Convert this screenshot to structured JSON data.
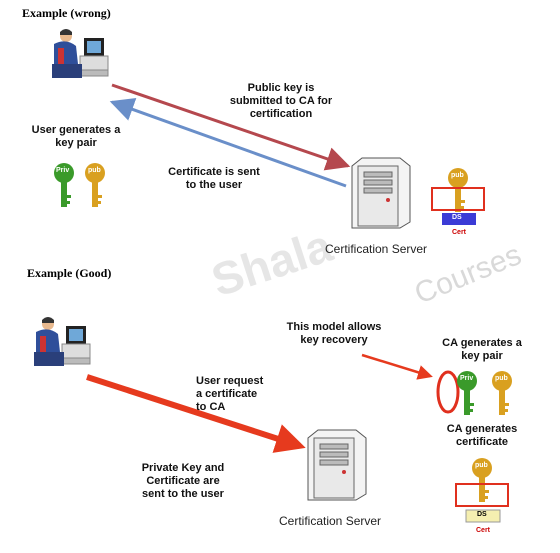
{
  "headings": {
    "wrong": "Example (wrong)",
    "good": "Example (Good)"
  },
  "wrong": {
    "public_key_note": "Public key is submitted to CA for certification",
    "user_generates": "User generates a key pair",
    "certificate_sent": "Certificate is sent to the user",
    "server_label": "Certification Server",
    "key_priv": "Priv",
    "key_pub": "pub",
    "cert_key_pub": "pub",
    "cert_ds": "DS",
    "cert_label": "Cert"
  },
  "good": {
    "model_note": "This model allows key recovery",
    "user_request": "User request a certificate to CA",
    "private_key_sent": "Private Key and Certificate are sent to the user",
    "server_label": "Certification Server",
    "ca_generates_pair": "CA generates a key pair",
    "ca_generates_cert": "CA generates certificate",
    "key_priv": "Priv",
    "key_pub": "pub",
    "cert_key_pub": "pub",
    "cert_ds": "DS",
    "cert_label": "Cert"
  },
  "watermark": {
    "left": "Shala",
    "right": "Courses"
  },
  "colors": {
    "arrow_red_dark": "#b5484e",
    "arrow_blue": "#6a8fc9",
    "arrow_red_bright": "#e63a1e",
    "key_green": "#3a9a2a",
    "key_gold": "#d9a020",
    "box_red": "#e0301e",
    "ds_blue": "#3b3bd6",
    "ds_yellow": "#f5efb0"
  }
}
